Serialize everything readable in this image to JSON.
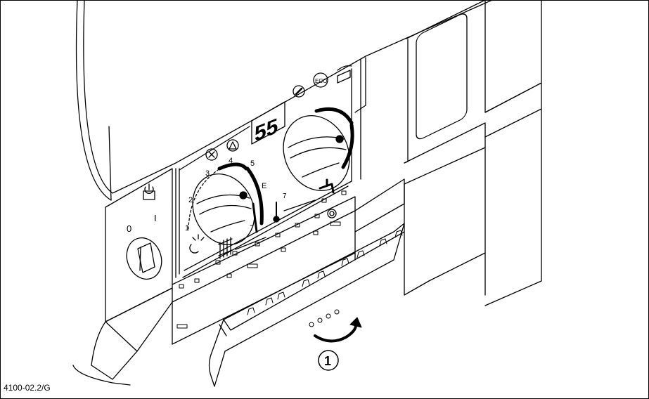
{
  "figure": {
    "reference_code": "4100-02.2/G",
    "callout": "1"
  },
  "main_switch": {
    "off_label": "0",
    "on_label": "I",
    "icon": "power-standby-icon"
  },
  "display": {
    "readout": "55"
  },
  "heating_dial": {
    "scale_labels": [
      "1",
      "2",
      "3",
      "4",
      "5",
      "E",
      "7"
    ],
    "icons": [
      "sun-moon-icon",
      "radiator-icon",
      "fan-icon",
      "warning-triangle-icon"
    ]
  },
  "hot_water_dial": {
    "scale_labels": [
      "7"
    ],
    "icons": [
      "tap-icon",
      "thermometer-icon",
      "wrench-icon",
      "eco-icon",
      "burner-icon"
    ]
  },
  "eco_label": "ECO"
}
